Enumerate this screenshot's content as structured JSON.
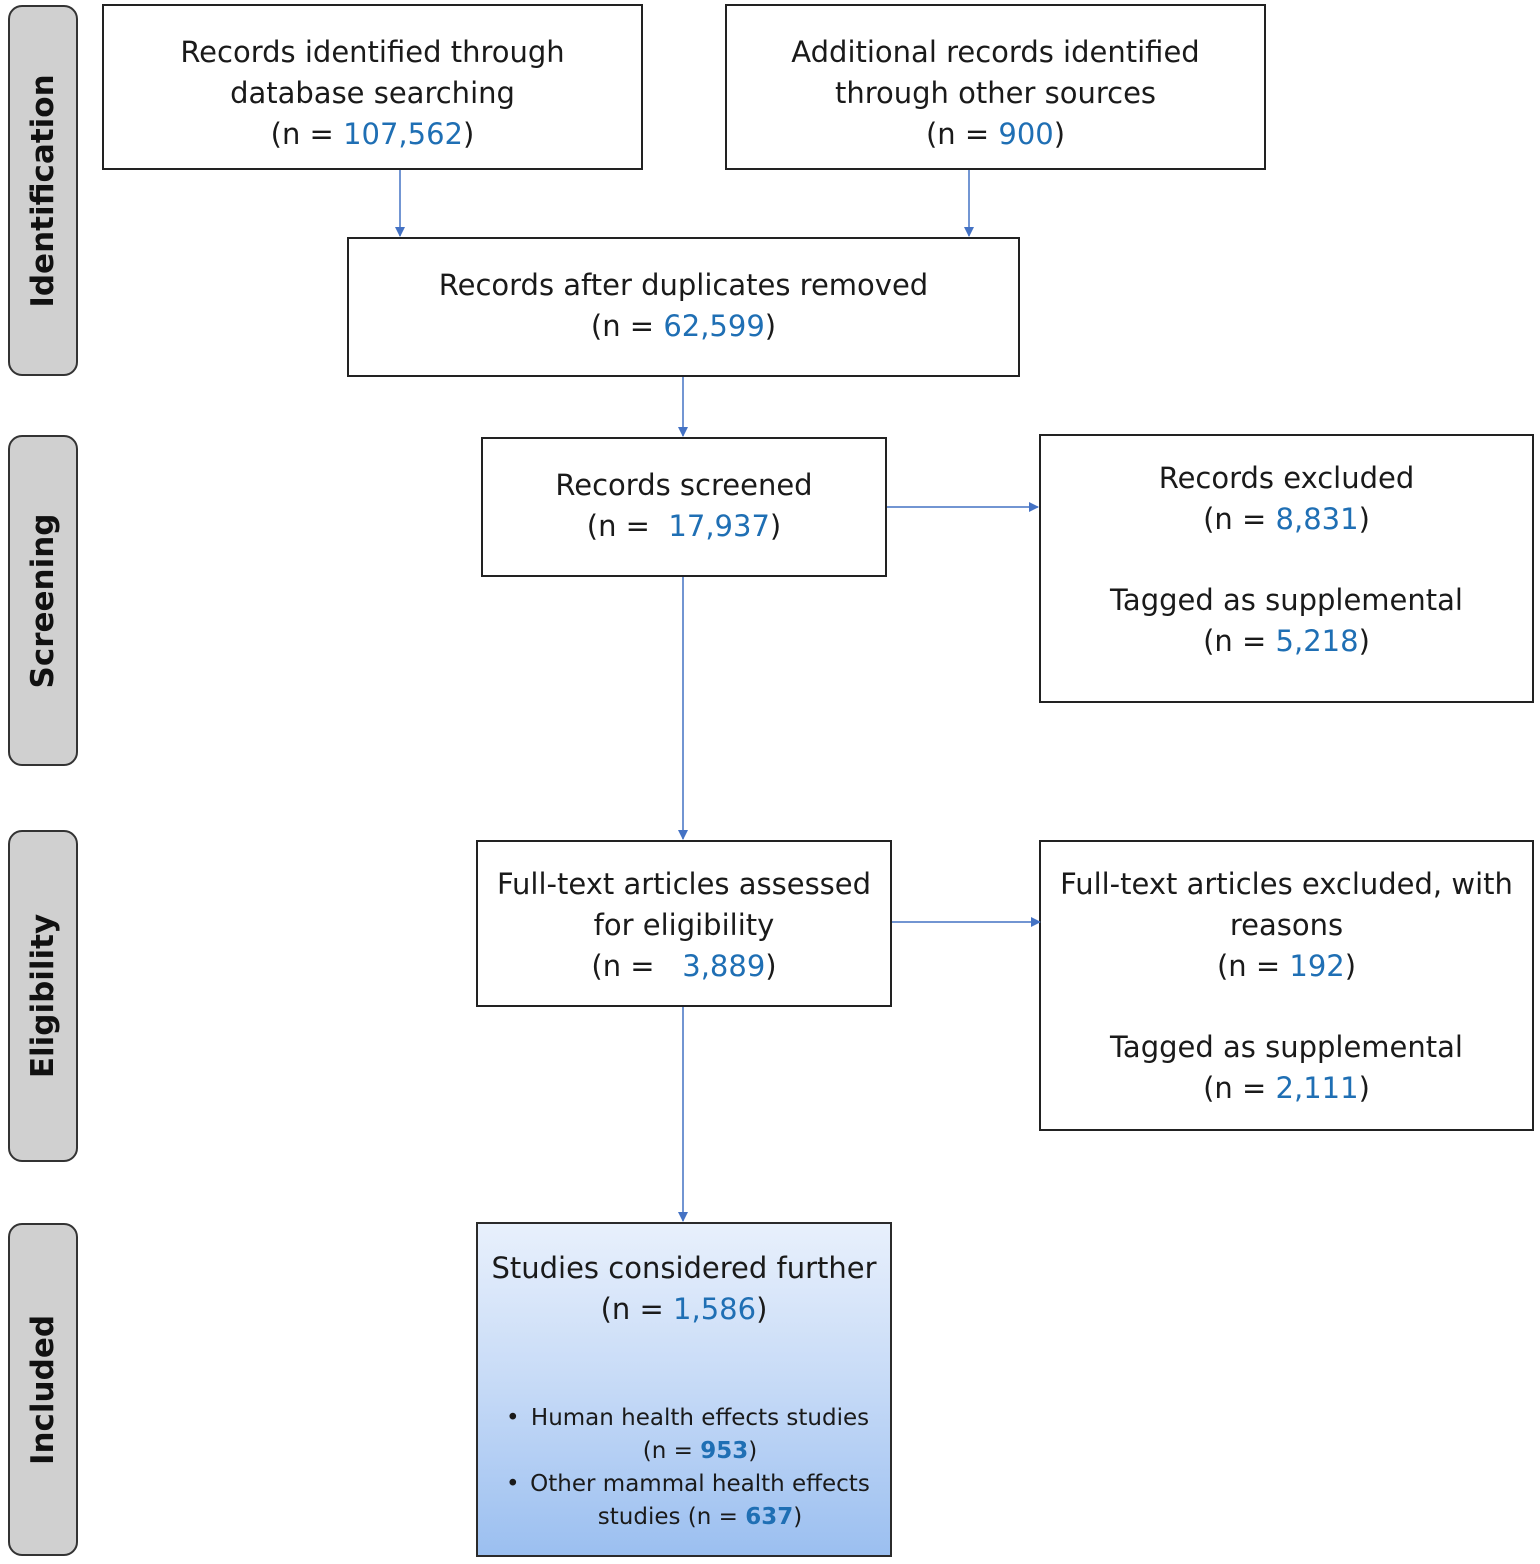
{
  "phases": {
    "identification": "Identification",
    "screening": "Screening",
    "eligibility": "Eligibility",
    "included": "Included"
  },
  "boxes": {
    "db_search": {
      "line1": "Records identified through",
      "line2": "database searching",
      "n_prefix": "(n = ",
      "n": "107,562",
      "n_suffix": ")"
    },
    "other_sources": {
      "line1": "Additional records identified",
      "line2": "through other sources",
      "n_prefix": "(n = ",
      "n": "900",
      "n_suffix": ")"
    },
    "dedup": {
      "line1": "Records after duplicates removed",
      "n_prefix": "(n = ",
      "n": "62,599",
      "n_suffix": ")"
    },
    "screened": {
      "line1": "Records screened",
      "n_prefix": "(n =  ",
      "n": "17,937",
      "n_suffix": ")"
    },
    "excluded": {
      "line1": "Records excluded",
      "n_prefix": "(n = ",
      "n": "8,831",
      "n_suffix": ")",
      "line2": "Tagged as supplemental",
      "n2_prefix": "(n = ",
      "n2": "5,218",
      "n2_suffix": ")"
    },
    "fulltext": {
      "line1": "Full-text articles assessed",
      "line2": "for eligibility",
      "n_prefix": "(n =   ",
      "n": "3,889",
      "n_suffix": ")"
    },
    "fulltext_excluded": {
      "line1": "Full-text articles excluded, with",
      "line2": "reasons",
      "n_prefix": "(n = ",
      "n": "192",
      "n_suffix": ")",
      "line3": "Tagged as supplemental",
      "n2_prefix": "(n = ",
      "n2": "2,111",
      "n2_suffix": ")"
    },
    "final": {
      "line1": "Studies considered further",
      "n_prefix": "(n = ",
      "n": "1,586",
      "n_suffix": ")",
      "bullets": [
        {
          "text": "Human health effects studies",
          "n_prefix": "(n = ",
          "n": "953",
          "n_suffix": ")"
        },
        {
          "text": "Other mammal health effects",
          "text2": "studies (n = ",
          "n": "637",
          "n_suffix": ")"
        }
      ]
    }
  },
  "colors": {
    "number": "#1f6fb4",
    "arrow": "#4472c4",
    "phase_fill": "#d0d0d0"
  }
}
